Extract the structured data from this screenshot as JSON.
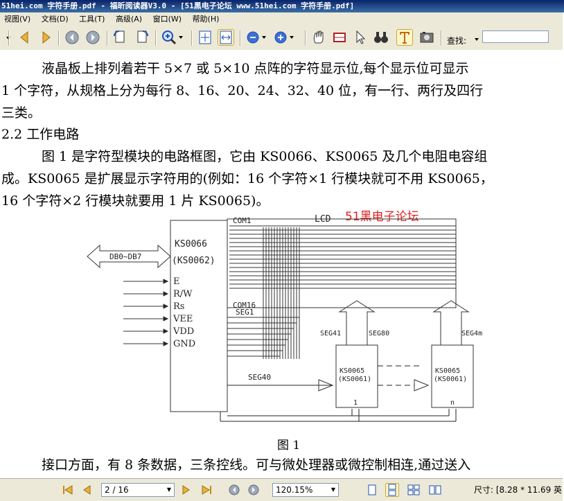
{
  "window": {
    "title": "51hei.com 字符手册.pdf - 福昕阅读器V3.0 - [51黑电子论坛 www.51hei.com 字符手册.pdf]"
  },
  "menu": {
    "items": [
      "视图(V)",
      "文档(D)",
      "工具(T)",
      "高级(A)",
      "窗口(W)",
      "帮助(H)"
    ]
  },
  "toolbar": {
    "search_label": "查找:",
    "search_value": "",
    "icons": [
      "triangle-down-icon",
      "prev-page-icon",
      "next-page-icon",
      "back-icon",
      "forward-icon",
      "rotate-left-icon",
      "rotate-right-icon",
      "zoom-in-icon",
      "fit-page-icon",
      "fit-width-icon",
      "zoom-out-icon",
      "zoom-plus-icon",
      "hand-tool-icon",
      "snapshot-icon",
      "select-arrow-icon",
      "find-binoculars-icon",
      "text-select-icon",
      "image-select-icon"
    ]
  },
  "document": {
    "lines": [
      "液晶板上排列着若干 5×7 或 5×10 点阵的字符显示位,每个显示位可显示",
      "1 个字符，从规格上分为每行 8、16、20、24、32、40 位，有一行、两行及四行",
      "三类。",
      "2.2    工作电路",
      "图 1 是字符型模块的电路框图，它由 KS0066、KS0065 及几个电阻电容组",
      "成。KS0065 是扩展显示字符用的(例如：16 个字符×1 行模块就可不用 KS0065，",
      "16 个字符×2 行模块就要用 1 片 KS0065)。"
    ],
    "watermark": "51黑电子论坛",
    "diagram": {
      "lcd": "LCD",
      "com1": "COM1",
      "com16": "COM16",
      "seg1": "SEG1",
      "seg40": "SEG40",
      "seg41": "SEG41",
      "seg80": "SEG80",
      "seg4m": "SEG4m",
      "bus": "DB0~DB7",
      "chip_main": "KS0066",
      "chip_main_alt": "(KS0062)",
      "pins": [
        "E",
        "R/W",
        "Rs",
        "VEE",
        "VDD",
        "GND"
      ],
      "chip_ext": "KS0065",
      "chip_ext_alt": "(KS0061)",
      "chip_ext_1": "1",
      "chip_ext_n": "n"
    },
    "caption": "图 1",
    "last_line": "接口方面，有 8 条数据，三条控线。可与微处理器或微控制相连,通过送入"
  },
  "statusbar": {
    "page": "2 / 16",
    "zoom": "120.15%",
    "size": "尺寸: [8.28 * 11.69 英"
  }
}
